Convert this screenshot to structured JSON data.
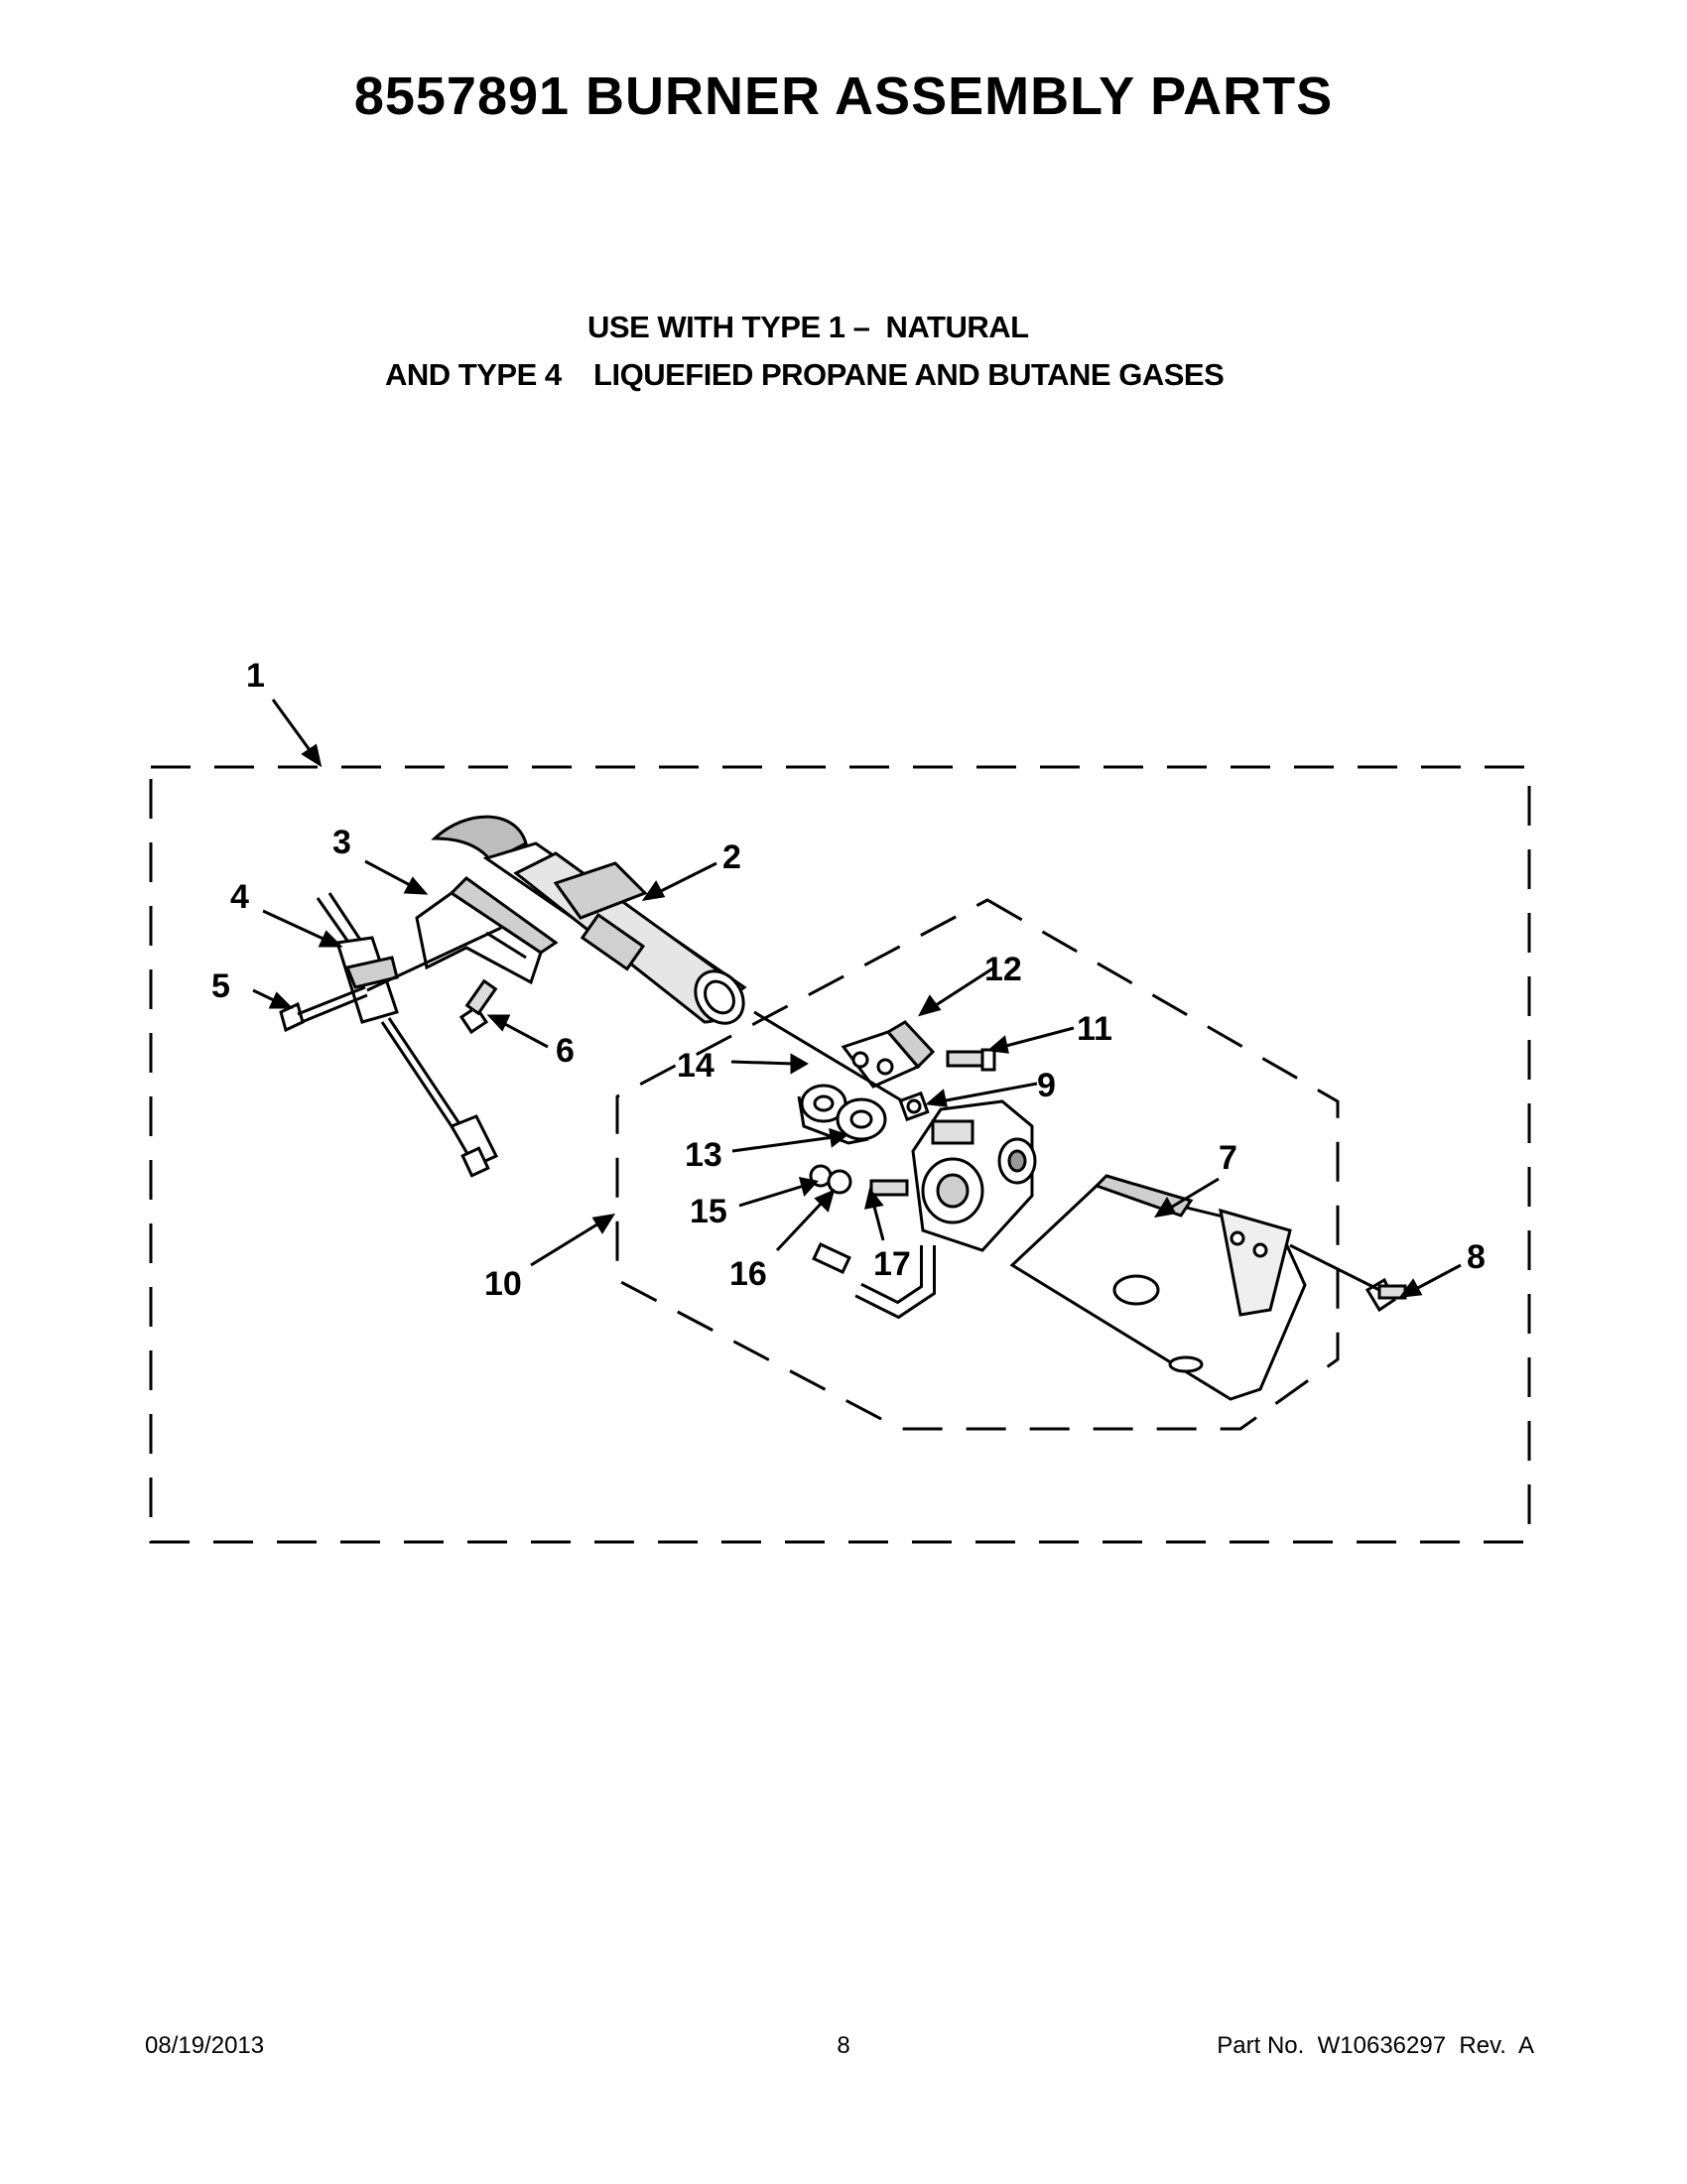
{
  "page": {
    "title": "8557891 BURNER ASSEMBLY PARTS",
    "subtitle_line1": "USE WITH TYPE 1 –  NATURAL",
    "subtitle_line2": "AND TYPE 4    LIQUEFIED PROPANE AND BUTANE GASES"
  },
  "diagram": {
    "callouts": [
      "1",
      "2",
      "3",
      "4",
      "5",
      "6",
      "7",
      "8",
      "9",
      "10",
      "11",
      "12",
      "13",
      "14",
      "15",
      "16",
      "17"
    ]
  },
  "footer": {
    "date": "08/19/2013",
    "page_number": "8",
    "part_number": "Part No.  W10636297  Rev.  A"
  }
}
